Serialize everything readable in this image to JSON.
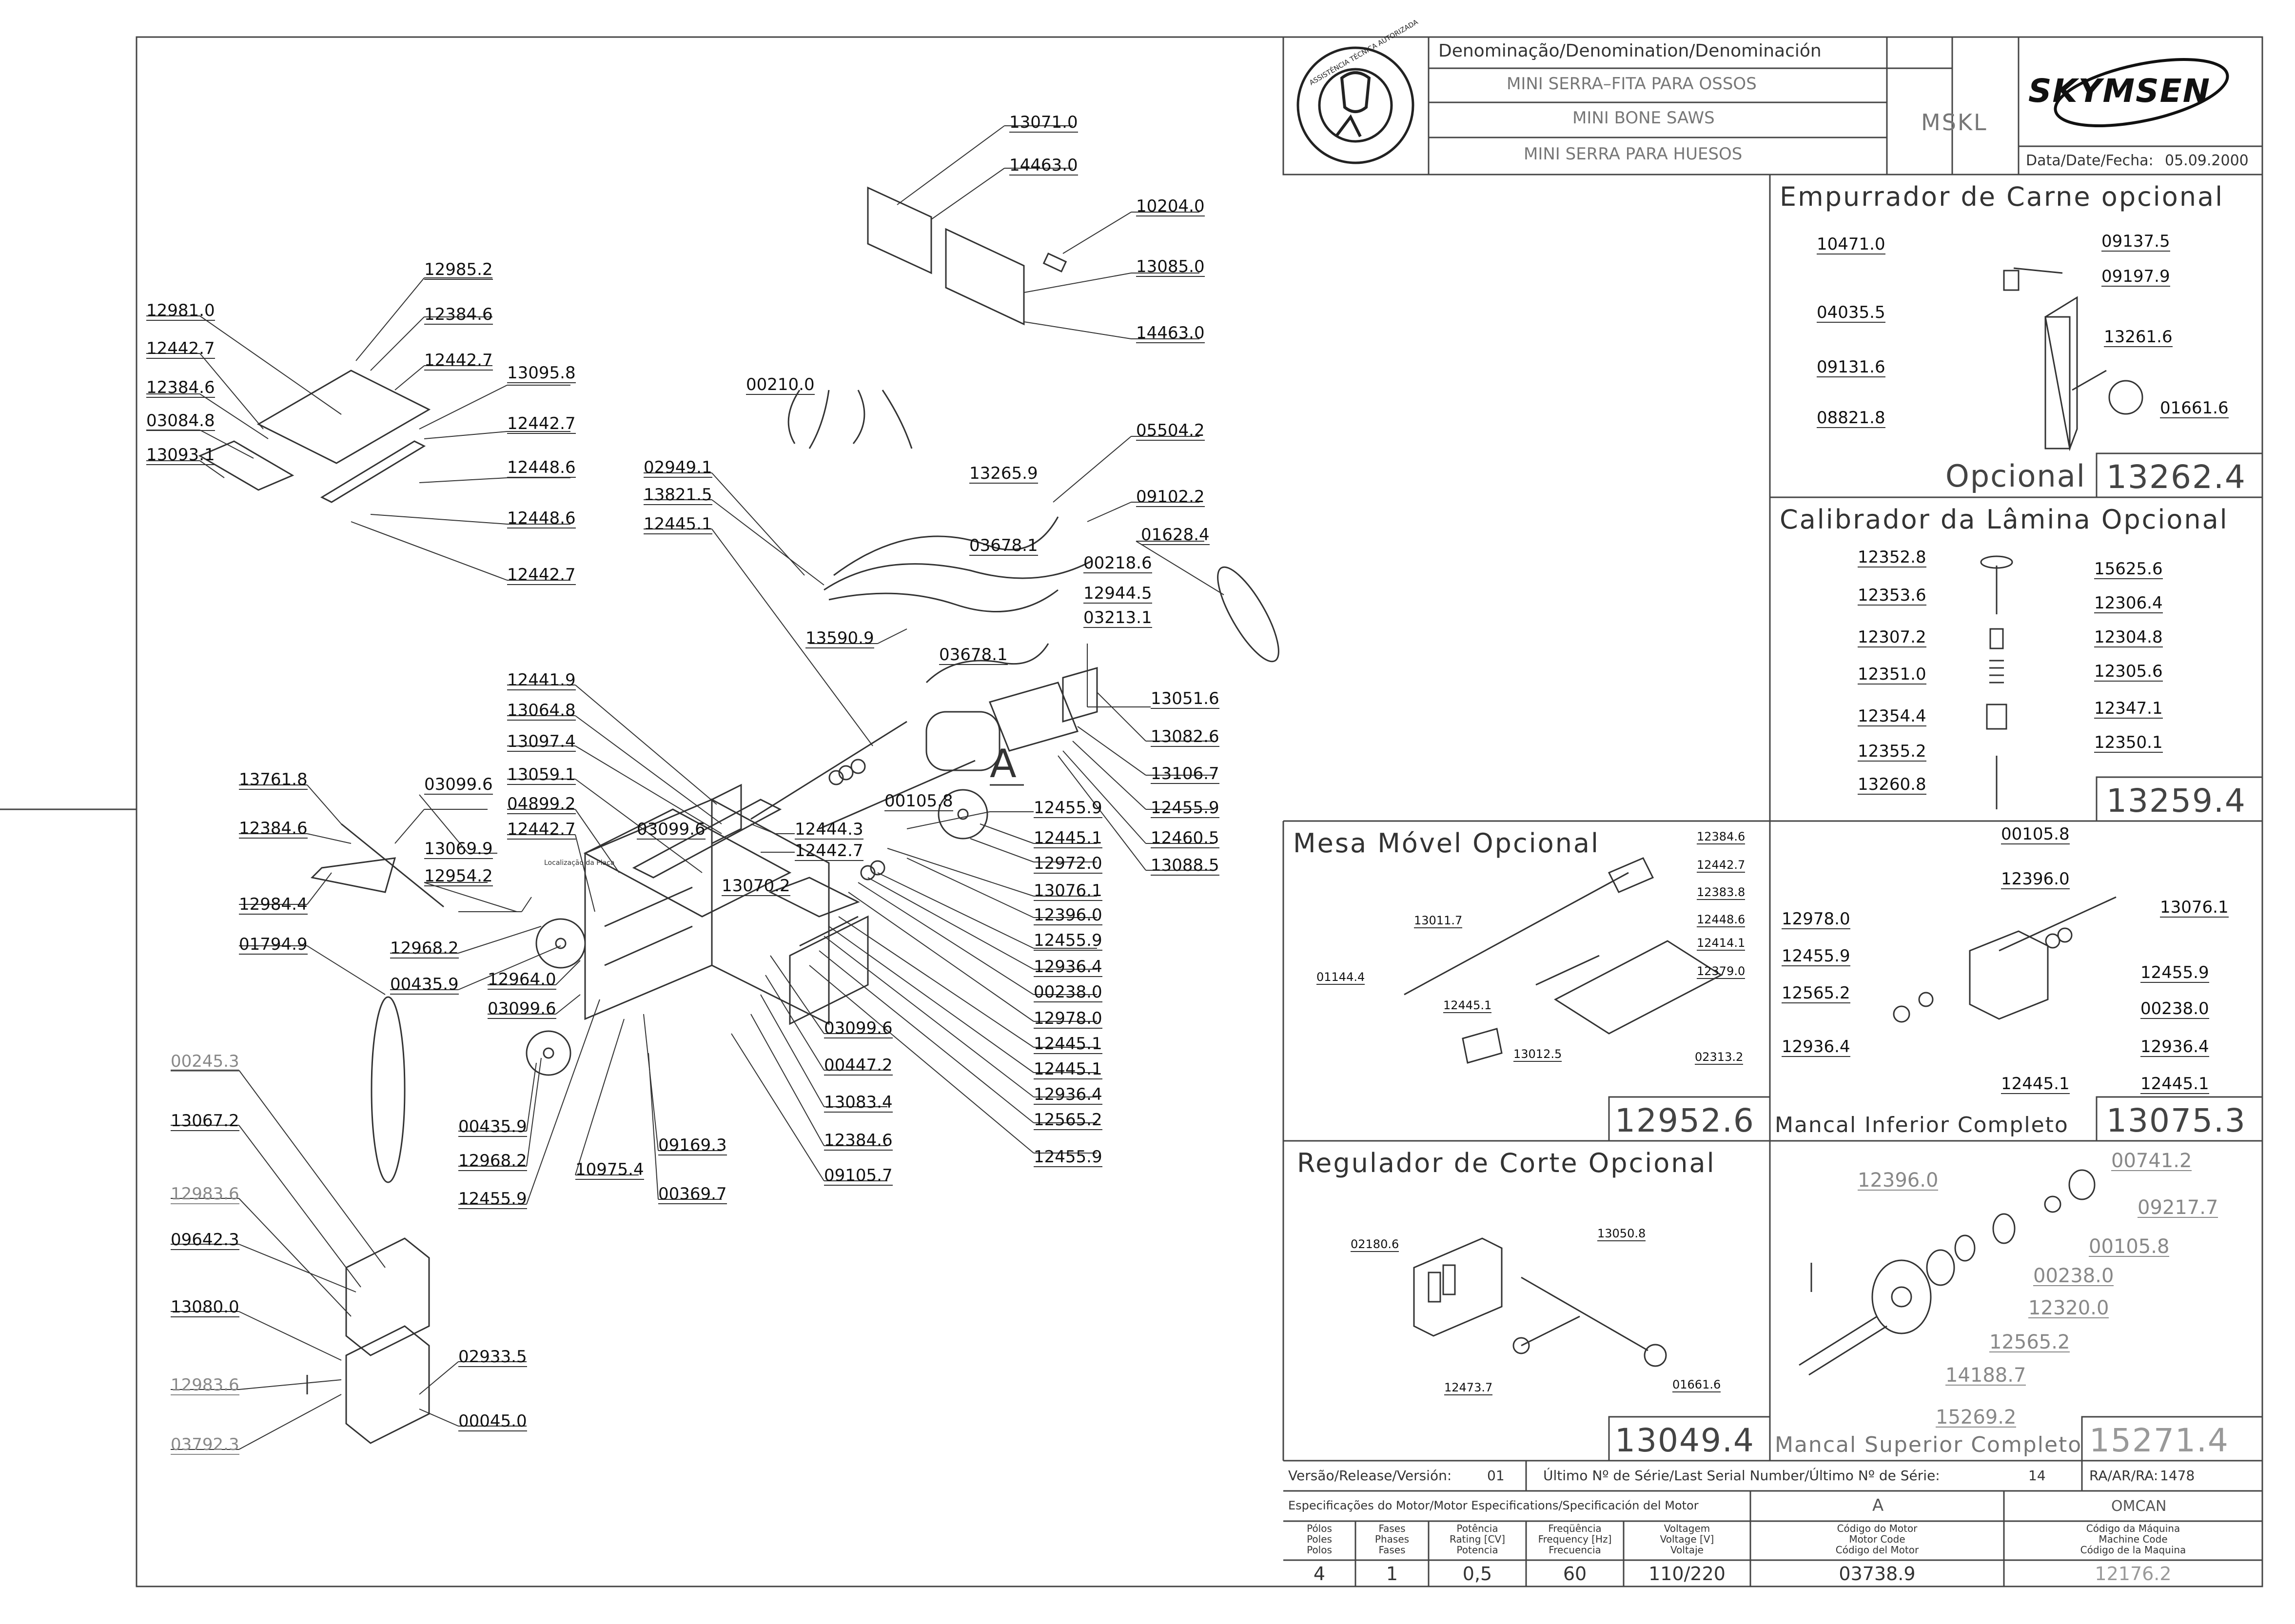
{
  "brand": "SKYMSEN",
  "seal_text": "ASSISTÊNCIA TÉCNICA AUTORIZADA",
  "title_block": {
    "denomination_label": "Denominação/Denomination/Denominación",
    "name_pt": "MINI SERRA–FITA PARA OSSOS",
    "name_en": "MINI BONE SAWS",
    "name_es": "MINI SERRA PARA HUESOS",
    "model": "MSKL",
    "date_label": "Data/Date/Fecha:",
    "date": "05.09.2000"
  },
  "panels": {
    "empurrador": {
      "title": "Empurrador de Carne opcional",
      "footer_label": "Opcional",
      "code": "13262.4",
      "labels": [
        "10471.0",
        "09137.5",
        "09197.9",
        "04035.5",
        "13261.6",
        "09131.6",
        "01661.6",
        "08821.8"
      ]
    },
    "calibrador": {
      "title": "Calibrador da Lâmina Opcional",
      "code": "13259.4",
      "labels": [
        "12352.8",
        "15625.6",
        "12353.6",
        "12306.4",
        "12307.2",
        "12304.8",
        "12351.0",
        "12305.6",
        "12347.1",
        "12354.4",
        "12350.1",
        "12355.2",
        "13260.8"
      ]
    },
    "mesa": {
      "title": "Mesa Móvel Opcional",
      "code": "12952.6",
      "labels": [
        "12384.6",
        "12442.7",
        "12383.8",
        "13011.7",
        "12448.6",
        "12414.1",
        "01144.4",
        "12379.0",
        "12445.1",
        "13012.5",
        "02313.2"
      ]
    },
    "mancal_inferior": {
      "title": "Mancal Inferior Completo",
      "code": "13075.3",
      "labels": [
        "00105.8",
        "12396.0",
        "13076.1",
        "12978.0",
        "12455.9",
        "12455.9",
        "00238.0",
        "12565.2",
        "12936.4",
        "12936.4",
        "12445.1",
        "12445.1"
      ]
    },
    "regulador": {
      "title": "Regulador de Corte Opcional",
      "code": "13049.4",
      "labels": [
        "02180.6",
        "13050.8",
        "12473.7",
        "01661.6"
      ]
    },
    "mancal_superior": {
      "title": "Mancal Superior Completo",
      "code": "15271.4",
      "labels": [
        "12396.0",
        "00741.2",
        "09217.7",
        "00105.8",
        "00238.0",
        "12320.0",
        "12565.2",
        "14188.7",
        "15269.2"
      ]
    }
  },
  "main_labels": {
    "left_top": [
      "12981.0",
      "12442.7",
      "12384.6",
      "03084.8",
      "13093.1"
    ],
    "top_center": [
      "12985.2",
      "12384.6",
      "12442.7",
      "13095.8",
      "12442.7",
      "12448.6",
      "12448.6",
      "12442.7"
    ],
    "top_right": [
      "13071.0",
      "14463.0",
      "10204.0",
      "13085.0",
      "14463.0"
    ],
    "wiring": [
      "00210.0",
      "05504.2",
      "02949.1",
      "13821.5",
      "12445.1",
      "13265.9",
      "09102.2",
      "01628.4",
      "03678.1",
      "00218.6",
      "12944.5",
      "03213.1",
      "13590.9",
      "03678.1",
      "13051.6",
      "13082.6",
      "13106.7",
      "12455.9",
      "12460.5",
      "13088.5"
    ],
    "frame_left": [
      "12441.9",
      "13064.8",
      "13097.4",
      "13059.1",
      "04899.2",
      "12442.7",
      "03099.6",
      "12444.3",
      "12442.7",
      "00105.8",
      "13761.8",
      "03099.6",
      "12384.6",
      "13069.9",
      "12954.2",
      "12984.4",
      "12968.2",
      "00435.9",
      "12964.0",
      "03099.6",
      "01794.9",
      "13070.2"
    ],
    "frame_right": [
      "12455.9",
      "12445.1",
      "12972.0",
      "13076.1",
      "12396.0",
      "12455.9",
      "12936.4",
      "00238.0",
      "12978.0",
      "12445.1",
      "12445.1",
      "12936.4",
      "12565.2",
      "12455.9",
      "03099.6",
      "00447.2",
      "13083.4",
      "12384.6",
      "09105.7",
      "09169.3",
      "00369.7",
      "10975.4",
      "00435.9",
      "12968.2",
      "12455.9"
    ],
    "electrical": [
      "00245.3",
      "13067.2",
      "12983.6",
      "09642.3",
      "13080.0",
      "12983.6",
      "03792.3",
      "02933.5",
      "00045.0"
    ],
    "motor_letter": "A",
    "tiny_text": "Localização da Placa"
  },
  "release": {
    "version_label": "Versão/Release/Versión:",
    "version": "01",
    "serial_label": "Último Nº de Série/Last Serial Number/Último Nº de Série:",
    "serial": "14",
    "ra_label": "RA/AR/RA:",
    "ra": "1478"
  },
  "motor_spec": {
    "title": "Especificações do Motor/Motor Especifications/Specificación del Motor",
    "motor_letter": "A",
    "brand": "OMCAN",
    "headers": [
      [
        "Pólos",
        "Poles",
        "Polos"
      ],
      [
        "Fases",
        "Phases",
        "Fases"
      ],
      [
        "Potência",
        "Rating [CV]",
        "Potencia"
      ],
      [
        "Freqüência",
        "Frequency [Hz]",
        "Frecuencia"
      ],
      [
        "Voltagem",
        "Voltage [V]",
        "Voltaje"
      ],
      [
        "Código do Motor",
        "Motor Code",
        "Código del Motor"
      ],
      [
        "Código da Máquina",
        "Machine Code",
        "Código de la Maquina"
      ]
    ],
    "values": [
      "4",
      "1",
      "0,5",
      "60",
      "110/220",
      "03738.9",
      "12176.2"
    ]
  },
  "colors": {
    "line": "#333333",
    "ink": "#111111",
    "gray": "#888888"
  }
}
